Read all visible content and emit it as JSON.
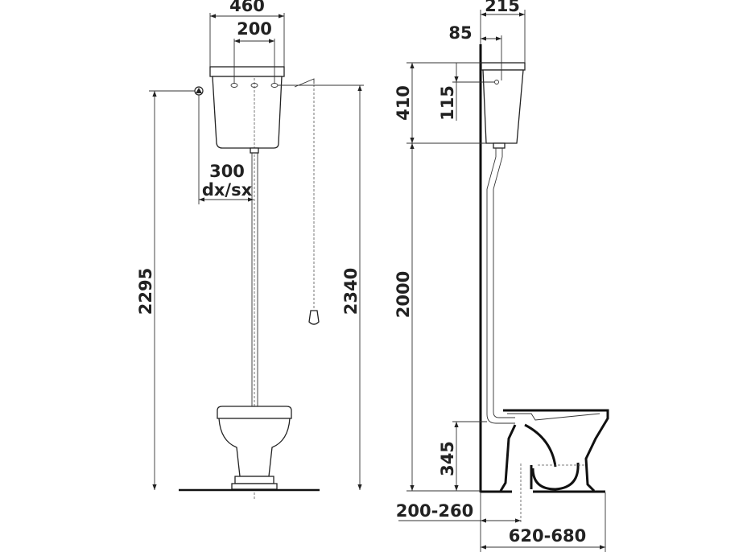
{
  "front_view": {
    "tank_width": "460",
    "fixing_holes_spacing": "200",
    "water_inlet_offset": "300",
    "inlet_side": "dx/sx",
    "inlet_height": "2295",
    "tank_height": "2340"
  },
  "side_view": {
    "tank_depth": "215",
    "hole_offset": "85",
    "tank_body_height": "410",
    "hole_drop": "115",
    "tank_base_height": "2000",
    "inlet_height_bowl": "345",
    "outlet_distance": "200-260",
    "bowl_projection": "620-680"
  }
}
